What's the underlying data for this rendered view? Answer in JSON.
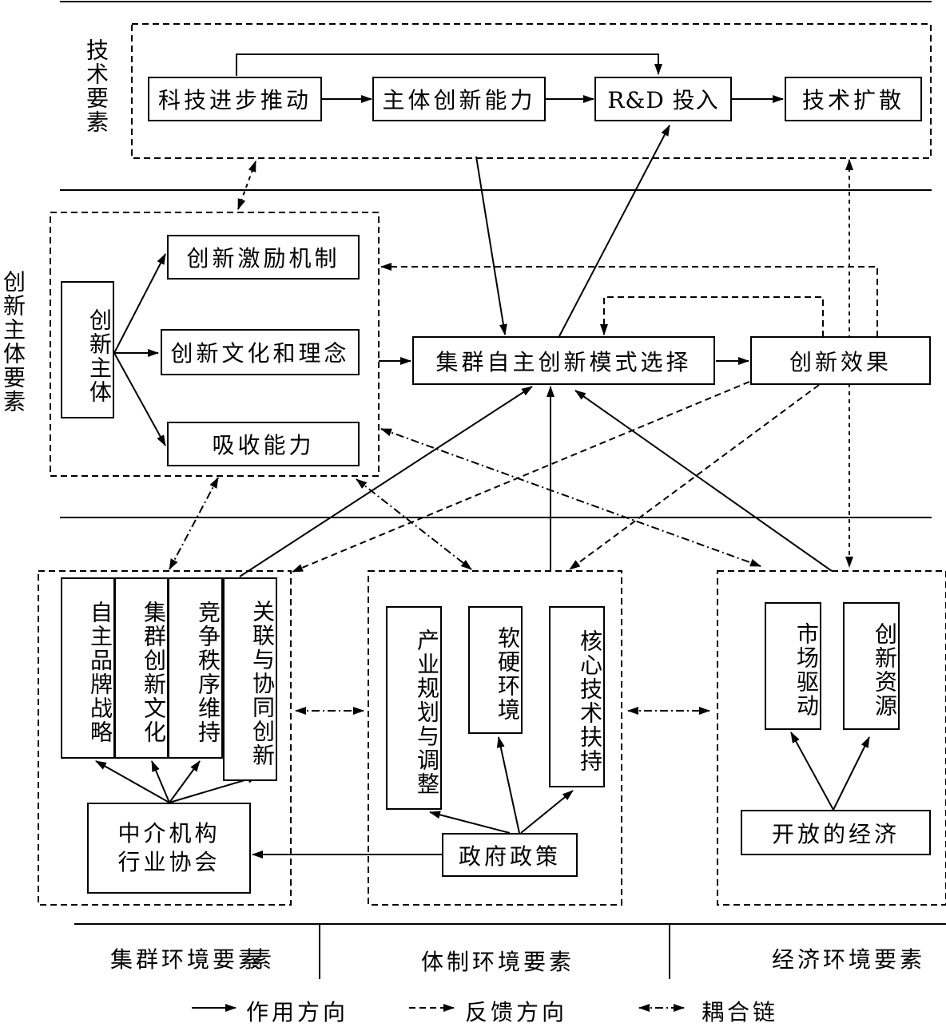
{
  "side_labels": {
    "tech": "技术要素",
    "subject": "创新主体要素"
  },
  "tech_row": {
    "progress": "科技进步推动",
    "ability": "主体创新能力",
    "rd": "R&D 投入",
    "diffusion": "技术扩散"
  },
  "subject_group": {
    "subject": "创新主体",
    "incentive": "创新激励机制",
    "culture": "创新文化和理念",
    "absorb": "吸收能力"
  },
  "center": {
    "mode": "集群自主创新模式选择",
    "effect": "创新效果"
  },
  "cluster_env": {
    "brand": "自主品牌战略",
    "culture": "集群创新文化",
    "order": "竞争秩序维持",
    "cooperation": "关联与协同创新",
    "intermediary_line1": "中介机构",
    "intermediary_line2": "行业协会"
  },
  "inst_env": {
    "planning": "产业规划与调整",
    "soft_hard": "软硬环境",
    "core_tech": "核心技术扶持",
    "policy": "政府政策"
  },
  "econ_env": {
    "market": "市场驱动",
    "resource": "创新资源",
    "open": "开放的经济"
  },
  "bottom_labels": {
    "cluster": "集群环境要素",
    "cluster_overlap": "素",
    "institution": "体制环境要素",
    "economy": "经济环境要素"
  },
  "legend": {
    "action": "作用方向",
    "feedback": "反馈方向",
    "coupling": "耦合链"
  }
}
